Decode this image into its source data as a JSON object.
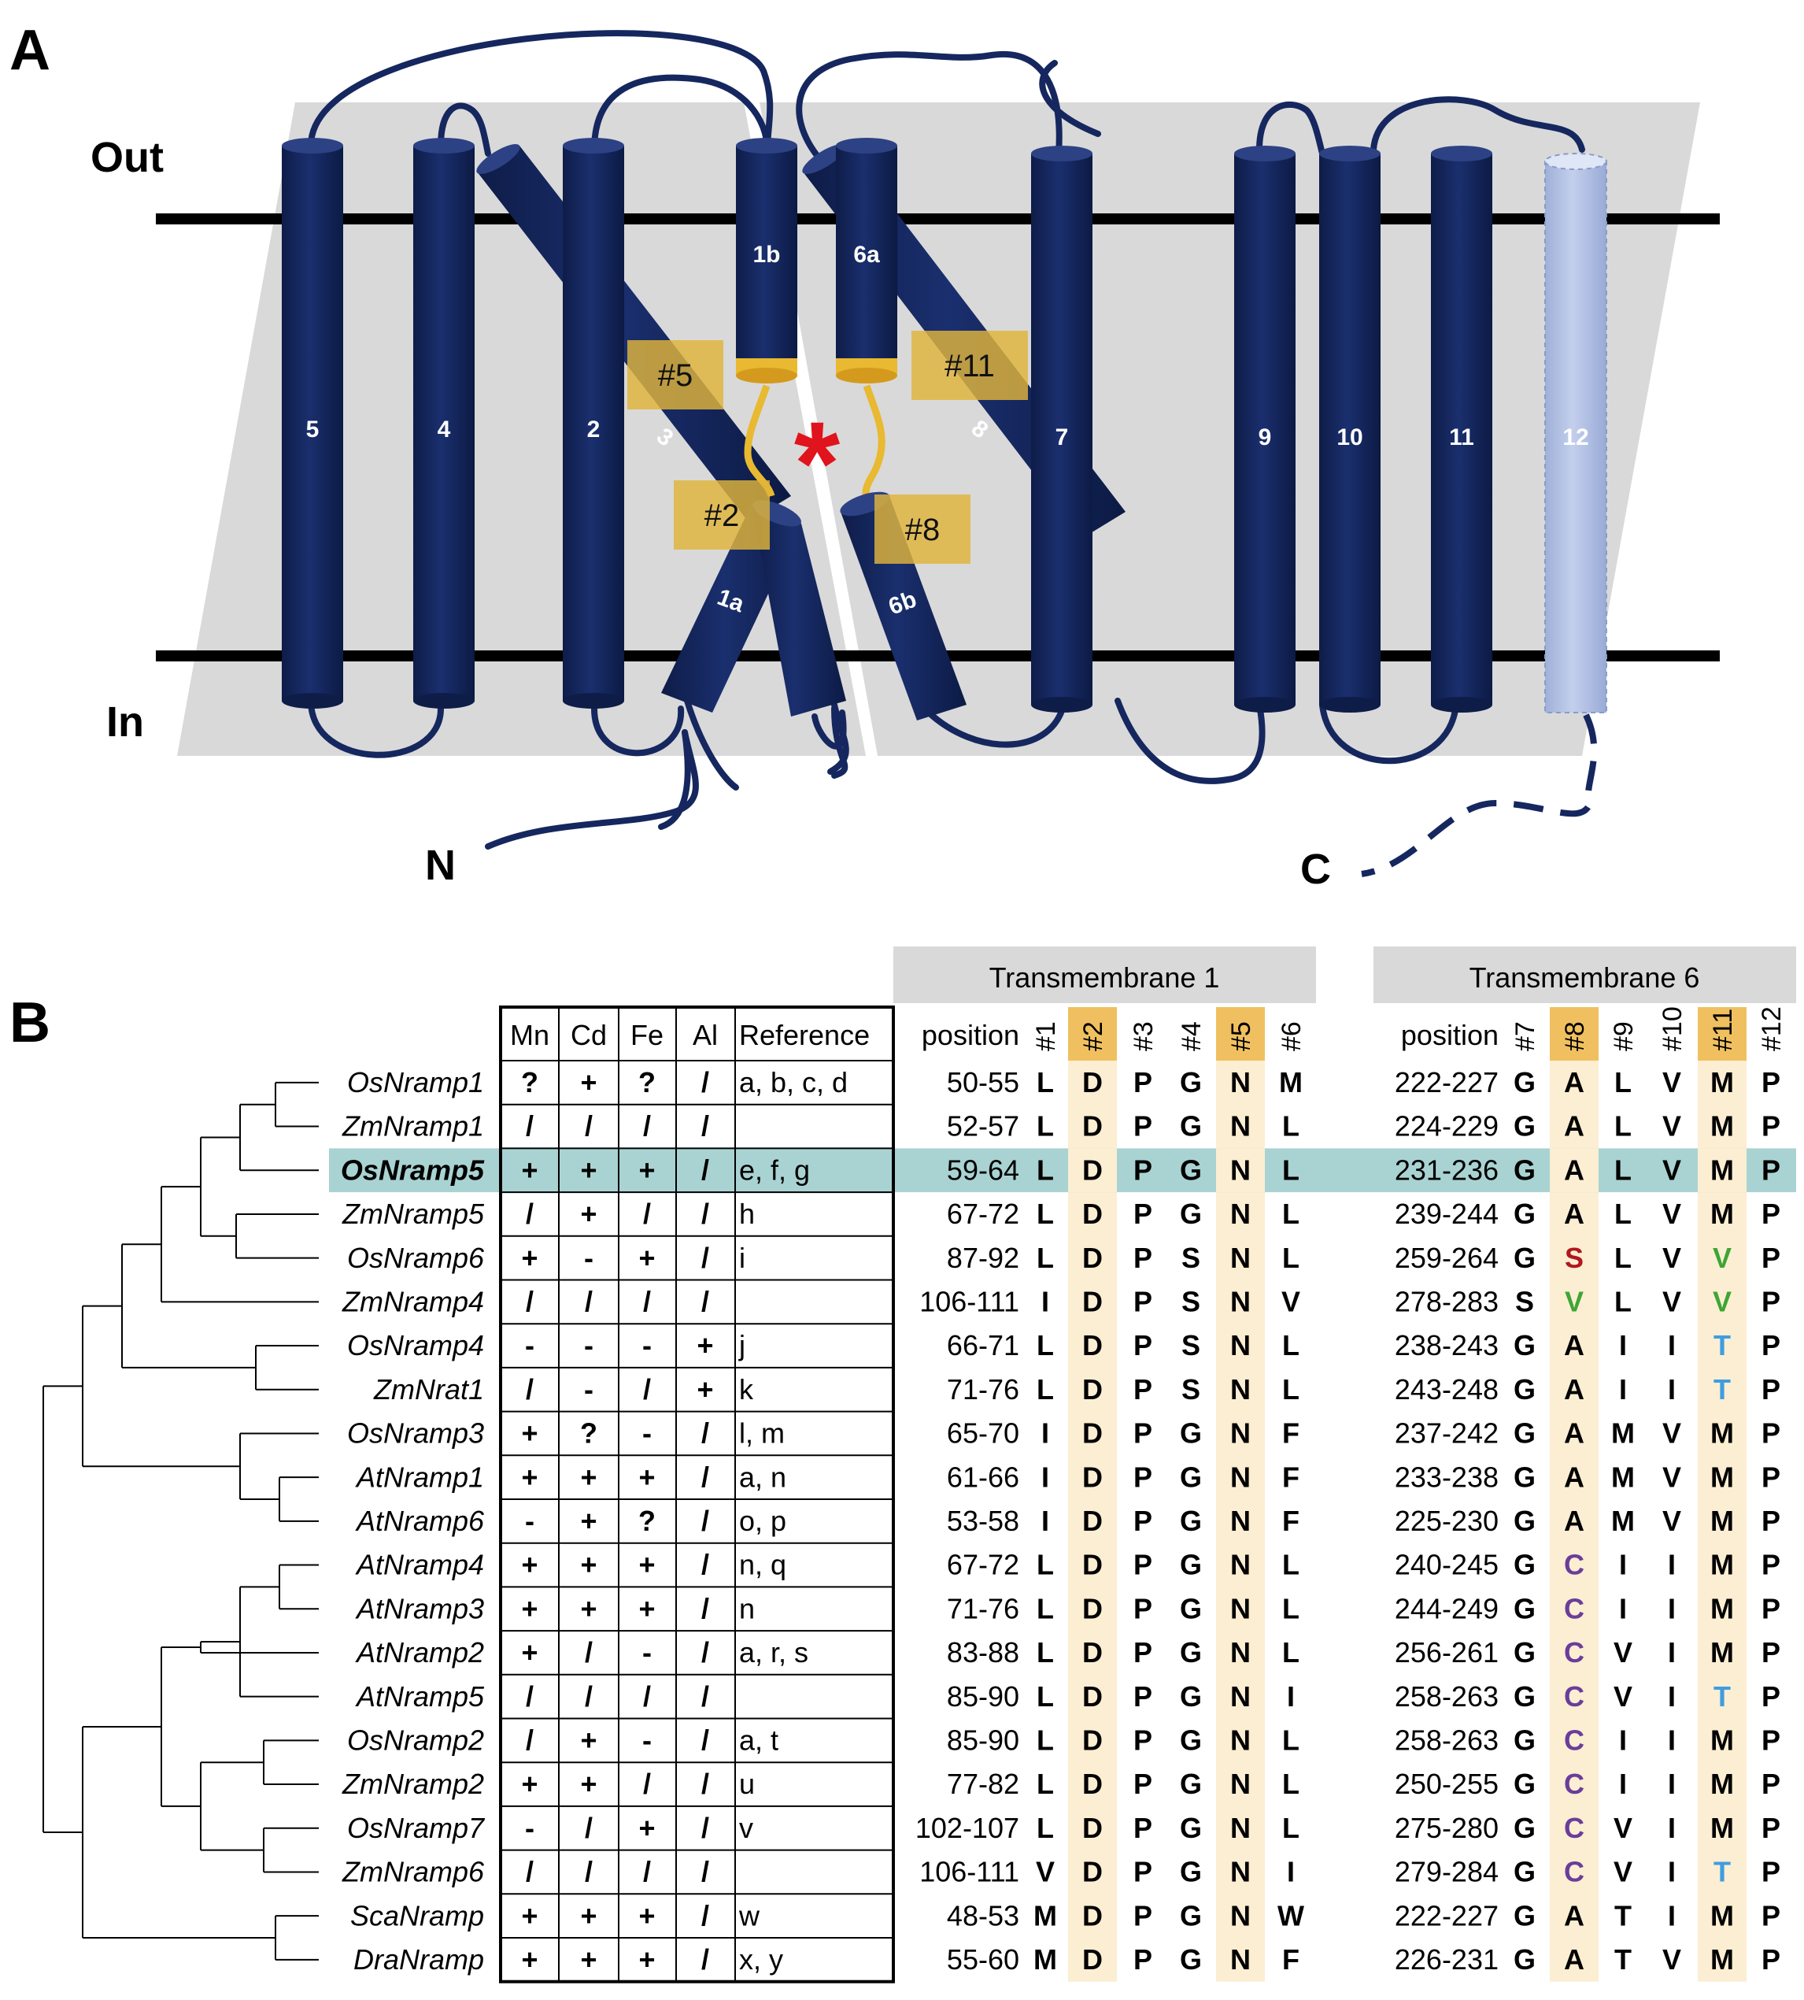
{
  "panelA": {
    "label": "A",
    "out_label": "Out",
    "in_label": "In",
    "n_label": "N",
    "c_label": "C",
    "asterisk": "*",
    "colors": {
      "helix": "#15275e",
      "helix_light": "#b8c5e6",
      "membrane": "#d9d9d9",
      "gold": "#e8b931",
      "box": "#e0b43c",
      "asterisk": "#e0141c"
    },
    "helix_labels": {
      "h5": "5",
      "h4": "4",
      "h2": "2",
      "h3": "3",
      "h1b": "1b",
      "h1a": "1a",
      "h6a": "6a",
      "h6b": "6b",
      "h8": "8",
      "h7": "7",
      "h9": "9",
      "h10": "10",
      "h11": "11",
      "h12": "12"
    },
    "site_boxes": {
      "b5": "#5",
      "b2": "#2",
      "b11": "#11",
      "b8": "#8"
    }
  },
  "panelB": {
    "label": "B",
    "tm1_header": "Transmembrane 1",
    "tm6_header": "Transmembrane 6",
    "columns": [
      "Mn",
      "Cd",
      "Fe",
      "Al",
      "Reference"
    ],
    "position_label": "position",
    "tm1_sites": [
      "#1",
      "#2",
      "#3",
      "#4",
      "#5",
      "#6"
    ],
    "tm6_sites": [
      "#7",
      "#8",
      "#9",
      "#10",
      "#11",
      "#12"
    ],
    "highlight_color": "#a9d3d2",
    "site_highlight_color": "#fbeed2",
    "header_highlight_color": "#f0c060",
    "rows": [
      {
        "name": "OsNramp1",
        "mn": "?",
        "cd": "+",
        "fe": "?",
        "al": "/",
        "ref": "a, b, c, d",
        "pos1": "50-55",
        "tm1": [
          "L",
          "D",
          "P",
          "G",
          "N",
          "M"
        ],
        "pos6": "222-227",
        "tm6": [
          "G",
          "A",
          "L",
          "V",
          "M",
          "P"
        ]
      },
      {
        "name": "ZmNramp1",
        "mn": "/",
        "cd": "/",
        "fe": "/",
        "al": "/",
        "ref": "",
        "pos1": "52-57",
        "tm1": [
          "L",
          "D",
          "P",
          "G",
          "N",
          "L"
        ],
        "pos6": "224-229",
        "tm6": [
          "G",
          "A",
          "L",
          "V",
          "M",
          "P"
        ]
      },
      {
        "name": "OsNramp5",
        "mn": "+",
        "cd": "+",
        "fe": "+",
        "al": "/",
        "ref": "e, f, g",
        "pos1": "59-64",
        "tm1": [
          "L",
          "D",
          "P",
          "G",
          "N",
          "L"
        ],
        "pos6": "231-236",
        "tm6": [
          "G",
          "A",
          "L",
          "V",
          "M",
          "P"
        ]
      },
      {
        "name": "ZmNramp5",
        "mn": "/",
        "cd": "+",
        "fe": "/",
        "al": "/",
        "ref": "h",
        "pos1": "67-72",
        "tm1": [
          "L",
          "D",
          "P",
          "G",
          "N",
          "L"
        ],
        "pos6": "239-244",
        "tm6": [
          "G",
          "A",
          "L",
          "V",
          "M",
          "P"
        ]
      },
      {
        "name": "OsNramp6",
        "mn": "+",
        "cd": "-",
        "fe": "+",
        "al": "/",
        "ref": "i",
        "pos1": "87-92",
        "tm1": [
          "L",
          "D",
          "P",
          "S",
          "N",
          "L"
        ],
        "pos6": "259-264",
        "tm6": [
          "G",
          "S",
          "L",
          "V",
          "V",
          "P"
        ]
      },
      {
        "name": "ZmNramp4",
        "mn": "/",
        "cd": "/",
        "fe": "/",
        "al": "/",
        "ref": "",
        "pos1": "106-111",
        "tm1": [
          "I",
          "D",
          "P",
          "S",
          "N",
          "V"
        ],
        "pos6": "278-283",
        "tm6": [
          "S",
          "V",
          "L",
          "V",
          "V",
          "P"
        ]
      },
      {
        "name": "OsNramp4",
        "mn": "-",
        "cd": "-",
        "fe": "-",
        "al": "+",
        "ref": "j",
        "pos1": "66-71",
        "tm1": [
          "L",
          "D",
          "P",
          "S",
          "N",
          "L"
        ],
        "pos6": "238-243",
        "tm6": [
          "G",
          "A",
          "I",
          "I",
          "T",
          "P"
        ]
      },
      {
        "name": "ZmNrat1",
        "mn": "/",
        "cd": "-",
        "fe": "/",
        "al": "+",
        "ref": "k",
        "pos1": "71-76",
        "tm1": [
          "L",
          "D",
          "P",
          "S",
          "N",
          "L"
        ],
        "pos6": "243-248",
        "tm6": [
          "G",
          "A",
          "I",
          "I",
          "T",
          "P"
        ]
      },
      {
        "name": "OsNramp3",
        "mn": "+",
        "cd": "?",
        "fe": "-",
        "al": "/",
        "ref": "l, m",
        "pos1": "65-70",
        "tm1": [
          "I",
          "D",
          "P",
          "G",
          "N",
          "F"
        ],
        "pos6": "237-242",
        "tm6": [
          "G",
          "A",
          "M",
          "V",
          "M",
          "P"
        ]
      },
      {
        "name": "AtNramp1",
        "mn": "+",
        "cd": "+",
        "fe": "+",
        "al": "/",
        "ref": "a, n",
        "pos1": "61-66",
        "tm1": [
          "I",
          "D",
          "P",
          "G",
          "N",
          "F"
        ],
        "pos6": "233-238",
        "tm6": [
          "G",
          "A",
          "M",
          "V",
          "M",
          "P"
        ]
      },
      {
        "name": "AtNramp6",
        "mn": "-",
        "cd": "+",
        "fe": "?",
        "al": "/",
        "ref": "o, p",
        "pos1": "53-58",
        "tm1": [
          "I",
          "D",
          "P",
          "G",
          "N",
          "F"
        ],
        "pos6": "225-230",
        "tm6": [
          "G",
          "A",
          "M",
          "V",
          "M",
          "P"
        ]
      },
      {
        "name": "AtNramp4",
        "mn": "+",
        "cd": "+",
        "fe": "+",
        "al": "/",
        "ref": "n, q",
        "pos1": "67-72",
        "tm1": [
          "L",
          "D",
          "P",
          "G",
          "N",
          "L"
        ],
        "pos6": "240-245",
        "tm6": [
          "G",
          "C",
          "I",
          "I",
          "M",
          "P"
        ]
      },
      {
        "name": "AtNramp3",
        "mn": "+",
        "cd": "+",
        "fe": "+",
        "al": "/",
        "ref": "n",
        "pos1": "71-76",
        "tm1": [
          "L",
          "D",
          "P",
          "G",
          "N",
          "L"
        ],
        "pos6": "244-249",
        "tm6": [
          "G",
          "C",
          "I",
          "I",
          "M",
          "P"
        ]
      },
      {
        "name": "AtNramp2",
        "mn": "+",
        "cd": "/",
        "fe": "-",
        "al": "/",
        "ref": "a, r, s",
        "pos1": "83-88",
        "tm1": [
          "L",
          "D",
          "P",
          "G",
          "N",
          "L"
        ],
        "pos6": "256-261",
        "tm6": [
          "G",
          "C",
          "V",
          "I",
          "M",
          "P"
        ]
      },
      {
        "name": "AtNramp5",
        "mn": "/",
        "cd": "/",
        "fe": "/",
        "al": "/",
        "ref": "",
        "pos1": "85-90",
        "tm1": [
          "L",
          "D",
          "P",
          "G",
          "N",
          "I"
        ],
        "pos6": "258-263",
        "tm6": [
          "G",
          "C",
          "V",
          "I",
          "T",
          "P"
        ]
      },
      {
        "name": "OsNramp2",
        "mn": "/",
        "cd": "+",
        "fe": "-",
        "al": "/",
        "ref": "a, t",
        "pos1": "85-90",
        "tm1": [
          "L",
          "D",
          "P",
          "G",
          "N",
          "L"
        ],
        "pos6": "258-263",
        "tm6": [
          "G",
          "C",
          "I",
          "I",
          "M",
          "P"
        ]
      },
      {
        "name": "ZmNramp2",
        "mn": "+",
        "cd": "+",
        "fe": "/",
        "al": "/",
        "ref": "u",
        "pos1": "77-82",
        "tm1": [
          "L",
          "D",
          "P",
          "G",
          "N",
          "L"
        ],
        "pos6": "250-255",
        "tm6": [
          "G",
          "C",
          "I",
          "I",
          "M",
          "P"
        ]
      },
      {
        "name": "OsNramp7",
        "mn": "-",
        "cd": "/",
        "fe": "+",
        "al": "/",
        "ref": "v",
        "pos1": "102-107",
        "tm1": [
          "L",
          "D",
          "P",
          "G",
          "N",
          "L"
        ],
        "pos6": "275-280",
        "tm6": [
          "G",
          "C",
          "V",
          "I",
          "M",
          "P"
        ]
      },
      {
        "name": "ZmNramp6",
        "mn": "/",
        "cd": "/",
        "fe": "/",
        "al": "/",
        "ref": "",
        "pos1": "106-111",
        "tm1": [
          "V",
          "D",
          "P",
          "G",
          "N",
          "I"
        ],
        "pos6": "279-284",
        "tm6": [
          "G",
          "C",
          "V",
          "I",
          "T",
          "P"
        ]
      },
      {
        "name": "ScaNramp",
        "mn": "+",
        "cd": "+",
        "fe": "+",
        "al": "/",
        "ref": "w",
        "pos1": "48-53",
        "tm1": [
          "M",
          "D",
          "P",
          "G",
          "N",
          "W"
        ],
        "pos6": "222-227",
        "tm6": [
          "G",
          "A",
          "T",
          "I",
          "M",
          "P"
        ]
      },
      {
        "name": "DraNramp",
        "mn": "+",
        "cd": "+",
        "fe": "+",
        "al": "/",
        "ref": "x, y",
        "pos1": "55-60",
        "tm1": [
          "M",
          "D",
          "P",
          "G",
          "N",
          "F"
        ],
        "pos6": "226-231",
        "tm6": [
          "G",
          "A",
          "T",
          "V",
          "M",
          "P"
        ]
      }
    ],
    "residue_colors": {
      "S": "#b0171f",
      "V": "#3fa535",
      "T": "#3f9de0",
      "C": "#6a3d9a"
    }
  }
}
